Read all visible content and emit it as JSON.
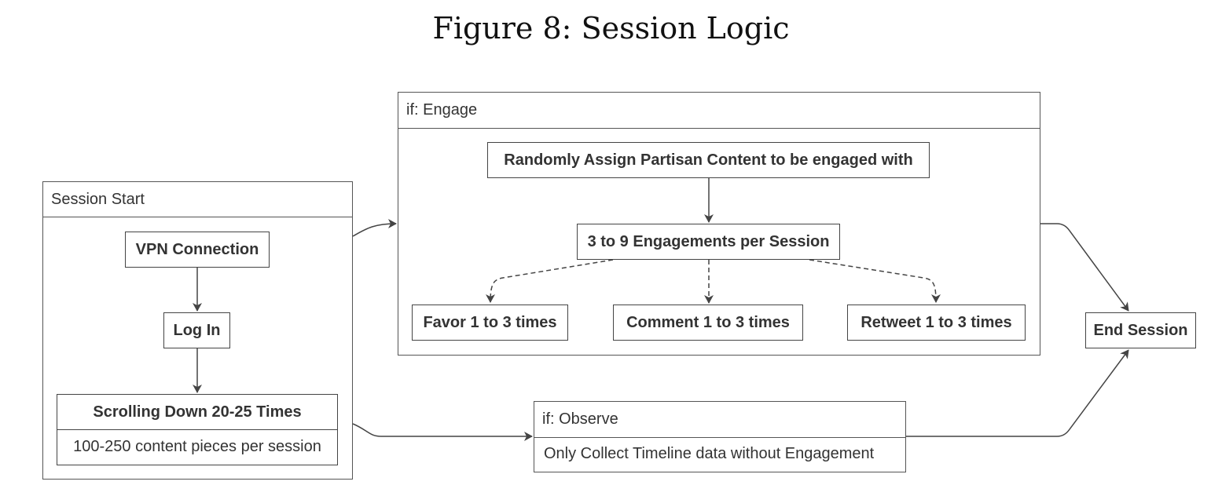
{
  "figure": {
    "title": "Figure 8: Session Logic"
  },
  "session_start": {
    "title": "Session Start",
    "vpn": "VPN Connection",
    "login": "Log In",
    "scroll_title": "Scrolling Down 20-25 Times",
    "scroll_detail": "100-250 content pieces per session"
  },
  "engage": {
    "title": "if: Engage",
    "assign": "Randomly Assign Partisan Content to be engaged with",
    "engagements": "3 to 9 Engagements per Session",
    "favor": "Favor 1 to 3 times",
    "comment": "Comment 1 to 3 times",
    "retweet": "Retweet 1 to 3 times"
  },
  "observe": {
    "title": "if: Observe",
    "detail": "Only Collect Timeline data without Engagement"
  },
  "end": {
    "label": "End Session"
  }
}
